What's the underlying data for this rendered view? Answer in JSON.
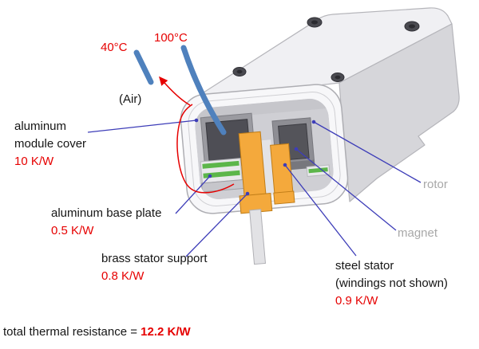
{
  "figure": {
    "temp_cold": "40°C",
    "temp_hot": "100°C",
    "air_label": "(Air)",
    "labels": {
      "cover_line1": "aluminum",
      "cover_line2": "module cover",
      "cover_value": "10 K/W",
      "base_plate_text": "aluminum base plate",
      "base_plate_value": "0.5 K/W",
      "support_text": "brass stator support",
      "support_value": "0.8 K/W",
      "rotor": "rotor",
      "magnet": "magnet",
      "stator_line1": "steel stator",
      "stator_line2": "(windings not shown)",
      "stator_value": "0.9 K/W"
    },
    "total_prefix": "total thermal resistance = ",
    "total_value": "12.2 K/W",
    "colors": {
      "value_red": "#e60000",
      "leader_blue": "#3d3db8",
      "arrow_blue": "#4f81bd",
      "muted_gray": "#a8a8a8",
      "brass_orange": "#f4a93c"
    }
  }
}
